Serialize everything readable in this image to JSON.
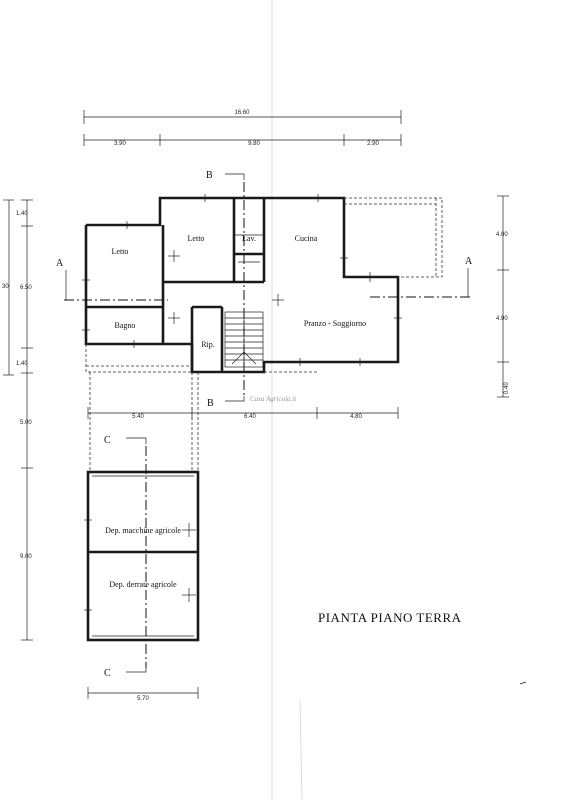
{
  "title": "PIANTA PIANO TERRA",
  "watermark": "Casa Agricola.it",
  "rooms": {
    "letto1": "Letto",
    "letto2": "Letto",
    "lav": "Lav.",
    "cucina": "Cucina",
    "bagno": "Bagno",
    "rip": "Rip.",
    "pranzo": "Pranzo - Soggiorno",
    "dep_macchine": "Dep. macchine agricole",
    "dep_derrate": "Dep. derrate agricole"
  },
  "sections": {
    "a_left": "A",
    "a_right": "A",
    "b_top": "B",
    "b_bottom": "B",
    "c_top": "C",
    "c_bottom": "C"
  },
  "dimensions": {
    "top_total": "16.60",
    "top_1": "3.90",
    "top_2": "9.80",
    "top_3": "2.90",
    "mid_1": "5.40",
    "mid_2": "6.40",
    "mid_3": "4.80",
    "bottom": "5.70",
    "left_total": "30",
    "left_1": "1.40",
    "left_2": "6.50",
    "left_3": "1.40",
    "left_4": "5.00",
    "left_5": "9.00",
    "right_1": "4.00",
    "right_2": "4.90",
    "right_3": "0.40"
  }
}
